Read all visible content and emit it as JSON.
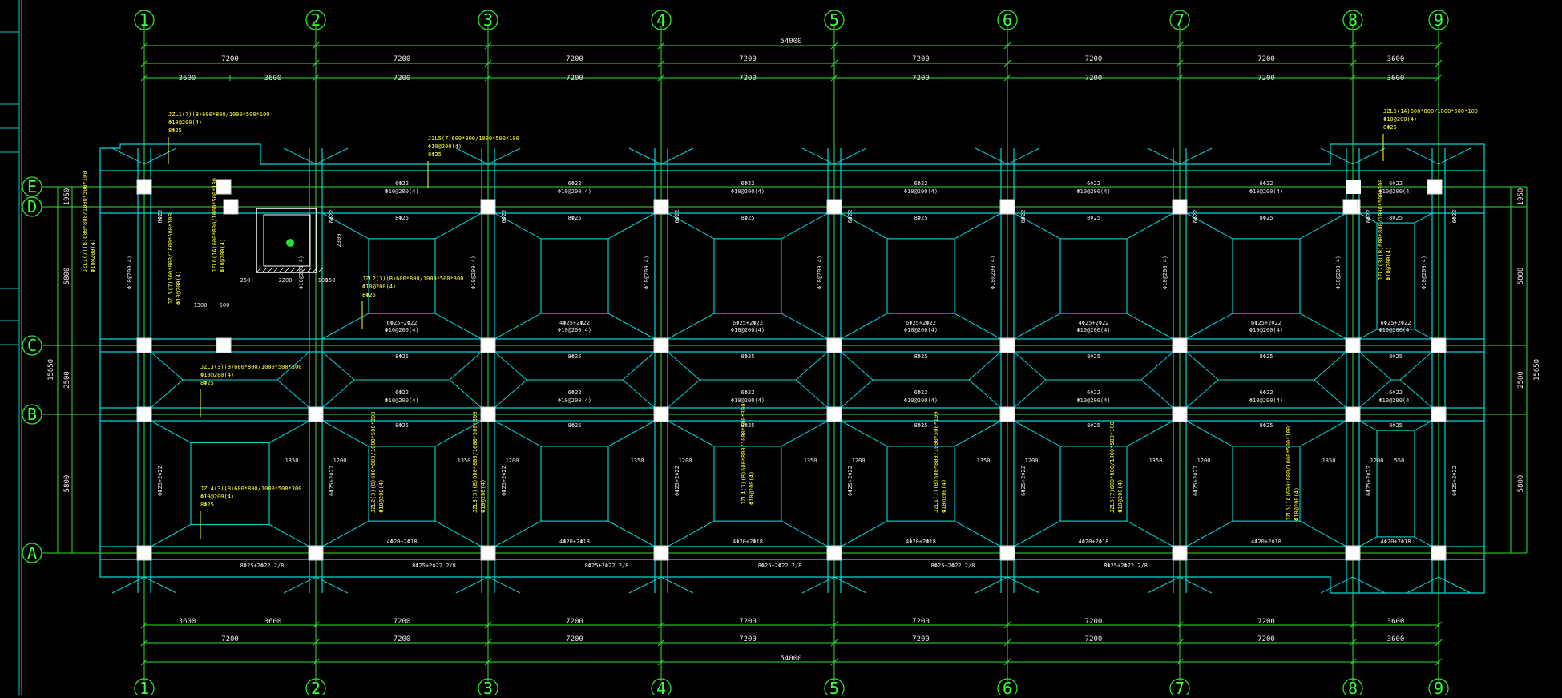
{
  "drawing": {
    "column_axes": [
      "1",
      "2",
      "3",
      "4",
      "5",
      "6",
      "7",
      "8",
      "9"
    ],
    "row_axes": [
      "E",
      "D",
      "C",
      "B",
      "A"
    ],
    "dims_total": "54000",
    "dims_bay": [
      "7200",
      "7200",
      "7200",
      "7200",
      "7200",
      "7200",
      "7200",
      "3600"
    ],
    "dims_sub": [
      "3600",
      "3600",
      "7200",
      "7200",
      "7200",
      "7200",
      "7200",
      "7200",
      "3600"
    ],
    "dims_right": [
      "1950",
      "5800",
      "2500",
      "5800"
    ],
    "dims_right_total": "15650",
    "dims_left": [
      "1950",
      "5800",
      "2500",
      "5800"
    ],
    "dims_left_total": "15650",
    "beam_top": [
      "6Φ22",
      "6Φ22",
      "6Φ22",
      "6Φ22",
      "6Φ22",
      "6Φ22",
      "6Φ22"
    ],
    "beam_top2": [
      "Φ10@200(4)",
      "Φ10@200(4)",
      "Φ10@200(4)",
      "Φ10@200(4)",
      "Φ10@200(4)",
      "Φ10@200(4)",
      "Φ10@200(4)"
    ],
    "beam_mid": [
      "8Φ25",
      "8Φ25",
      "8Φ25",
      "8Φ25",
      "8Φ25",
      "8Φ25",
      "8Φ25"
    ],
    "beam_c": [
      "6Φ25+2Φ22",
      "4Φ25+2Φ22",
      "6Φ25+2Φ22",
      "6Φ25+2Φ22",
      "4Φ25+2Φ22",
      "6Φ25+2Φ22",
      "6Φ25+2Φ22"
    ],
    "beam_b": [
      "6Φ22",
      "6Φ22",
      "6Φ22",
      "6Φ22",
      "6Φ22",
      "6Φ22",
      "6Φ22"
    ],
    "beam_a": [
      "4Φ20+2Φ18",
      "4Φ20+2Φ18",
      "4Φ20+2Φ18",
      "4Φ20+2Φ18",
      "4Φ20+2Φ18",
      "4Φ20+2Φ18",
      "4Φ20+2Φ18"
    ],
    "beam_bottom": [
      "8Φ25+2Φ22 2/8",
      "8Φ25+2Φ22 2/8",
      "8Φ25+2Φ22 2/8",
      "8Φ25+2Φ22 2/8",
      "8Φ25+2Φ22 2/8",
      "8Φ25+2Φ22 2/8"
    ],
    "notes": [
      "JZL1(7)(B)600*800/1000*500*100",
      "JZL5(7)600*800/1000*500*100",
      "JZL6(1A)600*800/1000*500*100",
      "JZL2(3)(B)600*800/1000*500*300",
      "JZL3(3)(B)600*800/1000*500*300",
      "JZL4(3)(B)600*800/1000*500*300"
    ],
    "stirrup_note": "Φ10@200(4)",
    "misc_dims": [
      "1300",
      "500",
      "2200",
      "250",
      "100",
      "150",
      "2300",
      "1350",
      "1200",
      "550"
    ]
  }
}
